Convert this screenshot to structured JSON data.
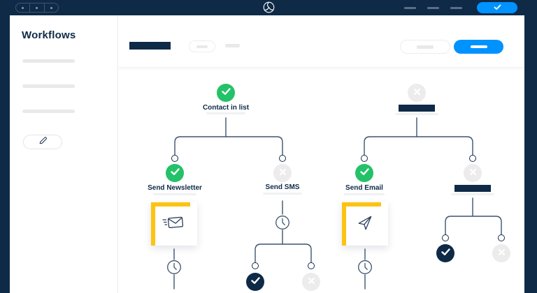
{
  "colors": {
    "navy": "#0e2a47",
    "accent_blue": "#0092ff",
    "success_green": "#23c268",
    "inactive_gray": "#ececec",
    "highlight_yellow": "#fdc313",
    "connector": "#3d5470"
  },
  "topbar": {
    "logo_icon": "brand-swirl",
    "nav_dot_count": 3,
    "menu_placeholder_count": 3,
    "confirm_button_icon": "check"
  },
  "sidebar": {
    "title": "Workflows",
    "placeholder_item_count": 3,
    "edit_button_icon": "pencil"
  },
  "header": {
    "title_is_placeholder": true,
    "buttons": [
      "secondary-placeholder",
      "primary-placeholder"
    ]
  },
  "labels": {
    "contact_in_list": "Contact in list",
    "send_newsletter": "Send Newsletter",
    "send_sms": "Send SMS",
    "send_email": "Send Email"
  },
  "workflows": [
    {
      "name": "left-workflow",
      "root": {
        "label": "Contact in list",
        "status": "completed"
      },
      "branches": [
        {
          "label": "Send Newsletter",
          "status": "completed",
          "card_icon": "envelope-send",
          "next_step_icon": "clock"
        },
        {
          "label": "Send SMS",
          "status": "skipped",
          "next_step_icon": "clock",
          "branches": [
            {
              "status": "completed-dark"
            },
            {
              "status": "skipped"
            }
          ]
        }
      ]
    },
    {
      "name": "right-workflow",
      "root": {
        "label": "",
        "status": "skipped"
      },
      "branches": [
        {
          "label": "Send Email",
          "status": "completed",
          "card_icon": "paper-plane",
          "next_step_icon": "clock"
        },
        {
          "label": "",
          "status": "skipped",
          "branches": [
            {
              "status": "completed-dark"
            },
            {
              "status": "skipped"
            }
          ]
        }
      ]
    }
  ]
}
